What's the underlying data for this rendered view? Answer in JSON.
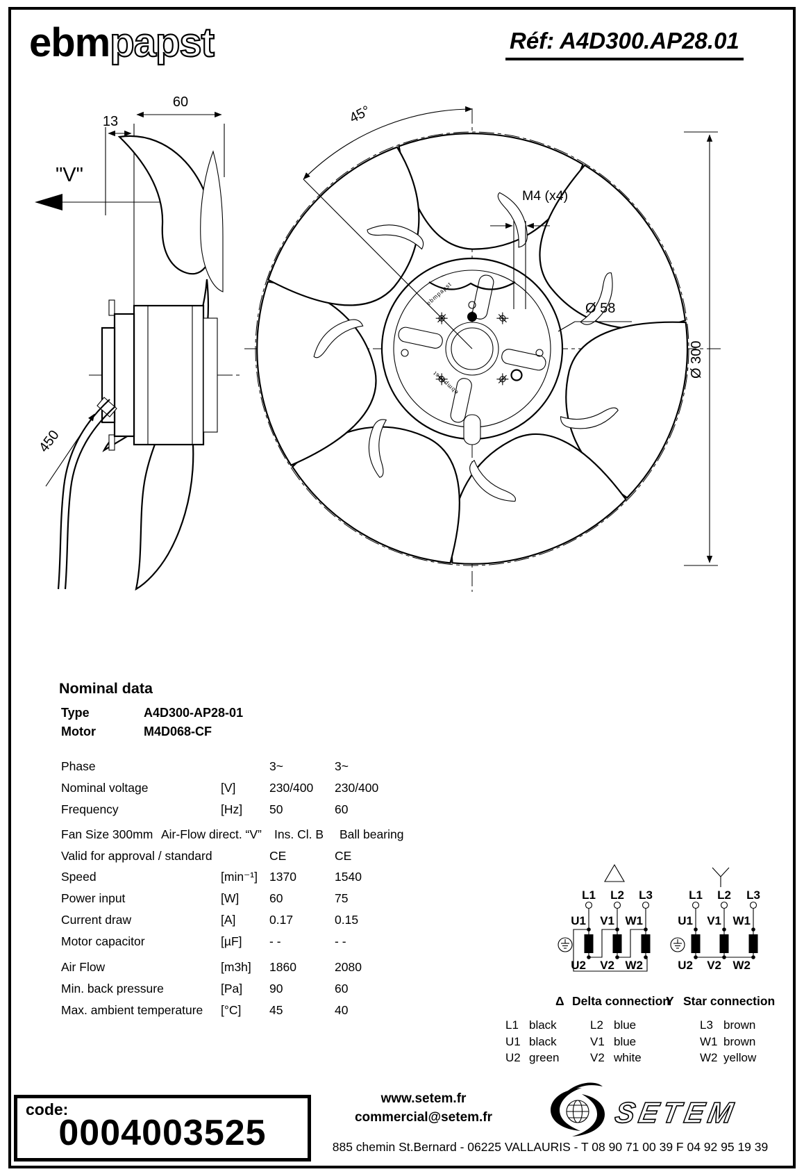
{
  "header": {
    "logo_bold": "ebm",
    "logo_outline": "papst",
    "ref": "Réf: A4D300.AP28.01"
  },
  "drawing": {
    "side": {
      "dim_depth": "60",
      "dim_plate": "13",
      "airflow": "\"V\"",
      "cable": "450"
    },
    "front": {
      "angle": "45°",
      "holes": "M4 (x4)",
      "hub_dia": "Ø 58",
      "fan_dia": "Ø 300",
      "hub_marking": "ebmpapst"
    }
  },
  "nominal": {
    "title": "Nominal data",
    "type_label": "Type",
    "type_value": "A4D300-AP28-01",
    "motor_label": "Motor",
    "motor_value": "M4D068-CF",
    "rows": [
      {
        "label": "Phase",
        "unit": "",
        "v50": "3~",
        "v60": "3~"
      },
      {
        "label": "Nominal voltage",
        "unit": "[V]",
        "v50": "230/400",
        "v60": "230/400"
      },
      {
        "label": "Frequency",
        "unit": "[Hz]",
        "v50": "50",
        "v60": "60"
      },
      {
        "label": "Fan Size 300mm",
        "unit": "Air-Flow direct. “V”",
        "v50": "Ins. Cl. B",
        "v60": "Ball bearing"
      },
      {
        "label": "Valid for approval / standard",
        "unit": "",
        "v50": "CE",
        "v60": "CE"
      },
      {
        "label": "Speed",
        "unit": "[min⁻¹]",
        "v50": "1370",
        "v60": "1540"
      },
      {
        "label": "Power input",
        "unit": "[W]",
        "v50": "60",
        "v60": "75"
      },
      {
        "label": "Current draw",
        "unit": "[A]",
        "v50": "0.17",
        "v60": "0.15"
      },
      {
        "label": "Motor capacitor",
        "unit": "[µF]",
        "v50": "- -",
        "v60": "- -"
      },
      {
        "label": "Air Flow",
        "unit": "[m3h]",
        "v50": "1860",
        "v60": "2080"
      },
      {
        "label": "Min. back pressure",
        "unit": "[Pa]",
        "v50": "90",
        "v60": "60"
      },
      {
        "label": "Max. ambient temperature",
        "unit": "[°C]",
        "v50": "45",
        "v60": "40"
      }
    ]
  },
  "wiring": {
    "delta": {
      "symbol": "Δ",
      "caption": "Delta connection",
      "top": [
        "L1",
        "L2",
        "L3"
      ],
      "mid": [
        "U1",
        "V1",
        "W1"
      ],
      "bot": [
        "U2",
        "V2",
        "W2"
      ]
    },
    "star": {
      "symbol": "Y",
      "caption": "Star connection",
      "top": [
        "L1",
        "L2",
        "L3"
      ],
      "mid": [
        "U1",
        "V1",
        "W1"
      ],
      "bot": [
        "U2",
        "V2",
        "W2"
      ]
    },
    "colors": [
      [
        {
          "code": "L1",
          "color": "black"
        },
        {
          "code": "L2",
          "color": "blue"
        },
        {
          "code": "L3",
          "color": "brown"
        }
      ],
      [
        {
          "code": "U1",
          "color": "black"
        },
        {
          "code": "V1",
          "color": "blue"
        },
        {
          "code": "W1",
          "color": "brown"
        }
      ],
      [
        {
          "code": "U2",
          "color": "green"
        },
        {
          "code": "V2",
          "color": "white"
        },
        {
          "code": "W2",
          "color": "yellow"
        }
      ]
    ]
  },
  "footer": {
    "code_label": "code:",
    "code_value": "0004003525",
    "website": "www.setem.fr",
    "email": "commercial@setem.fr",
    "address": "885 chemin St.Bernard  -  06225 VALLAURIS  -  T 08 90 71 00 39   F 04 92 95 19 39",
    "brand": "SETEM"
  }
}
